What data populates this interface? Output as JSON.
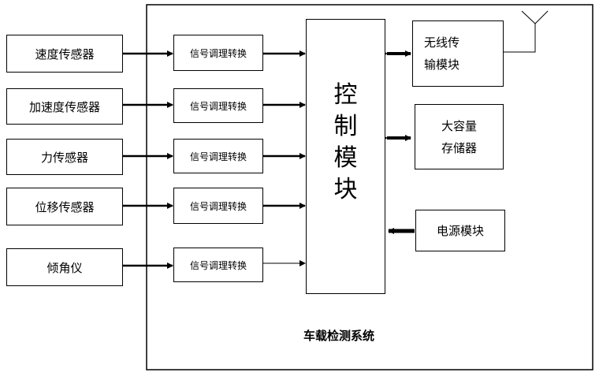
{
  "system": {
    "title": "车载检测系统"
  },
  "sensors": [
    {
      "label": "速度传感器"
    },
    {
      "label": "加速度传感器"
    },
    {
      "label": "力传感器"
    },
    {
      "label": "位移传感器"
    },
    {
      "label": "倾角仪"
    }
  ],
  "conditioners": [
    {
      "label": "信号调理转换"
    },
    {
      "label": "信号调理转换"
    },
    {
      "label": "信号调理转换"
    },
    {
      "label": "信号调理转换"
    },
    {
      "label": "信号调理转换"
    }
  ],
  "control": {
    "chars": [
      "控",
      "制",
      "模",
      "块"
    ]
  },
  "wireless": {
    "line1": "无线传",
    "line2": "输模块"
  },
  "storage": {
    "line1": "大容量",
    "line2": "存储器"
  },
  "power": {
    "label": "电源模块"
  }
}
